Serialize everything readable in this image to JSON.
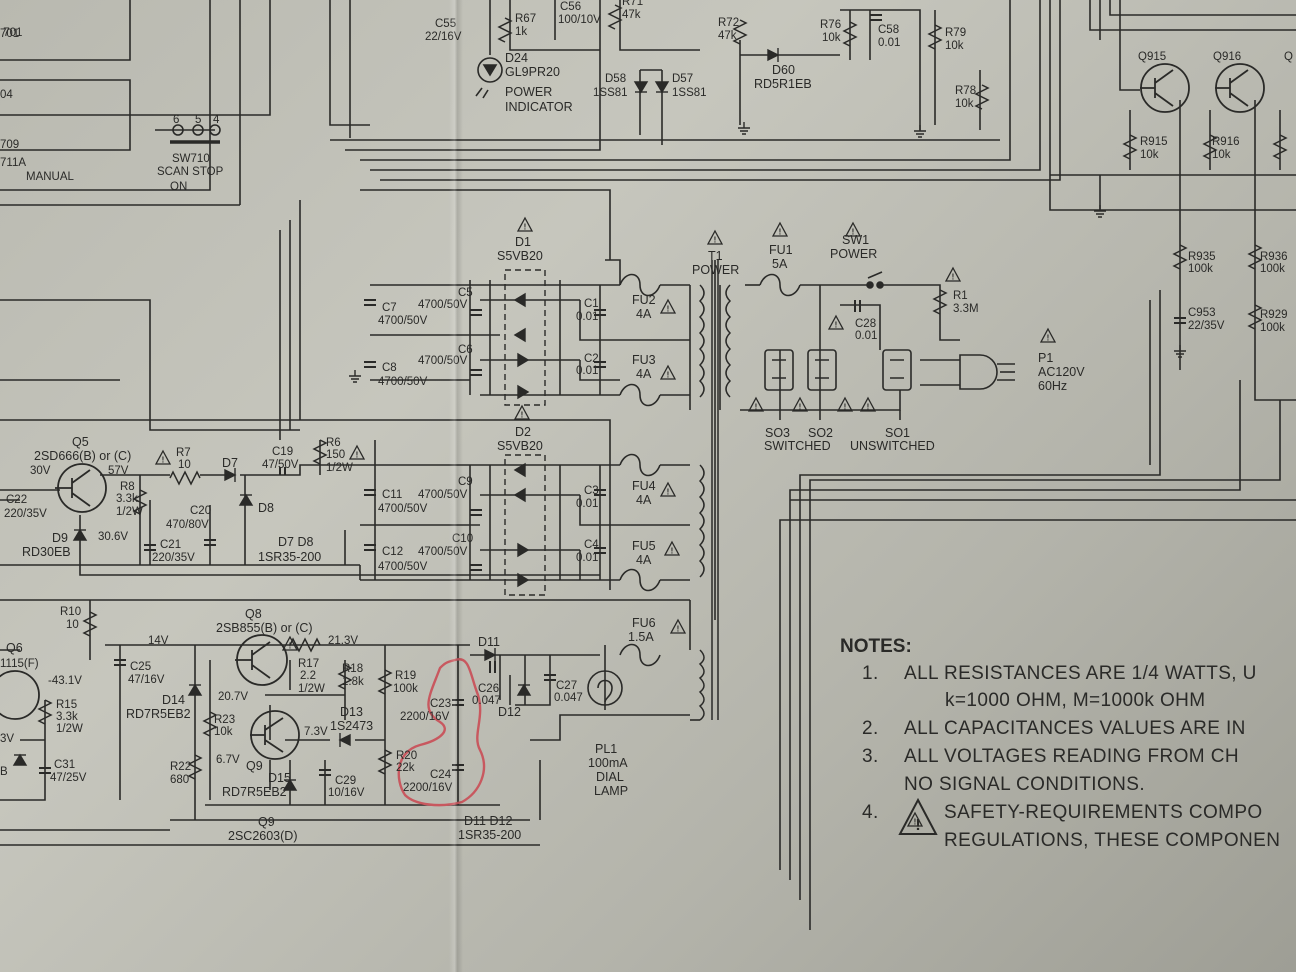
{
  "top_area": {
    "c55": "C55",
    "c55_val": "22/16V",
    "r67": "R67",
    "r67_val": "1k",
    "c56": "C56",
    "c56_val": "100/10V",
    "r71": "R71",
    "r71_val": "47k",
    "r72": "R72",
    "r72_val": "47k",
    "r76": "R76",
    "r76_val": "10k",
    "c58": "C58",
    "c58_val": "0.01",
    "r79": "R79",
    "r79_val": "10k",
    "r78": "R78",
    "r78_val": "10k",
    "d24": "D24",
    "d24_part": "GL9PR20",
    "d24_desc1": "POWER",
    "d24_desc2": "INDICATOR",
    "d58": "D58",
    "d58_part": "1SS81",
    "d57": "D57",
    "d57_part": "1SS81",
    "d60": "D60",
    "d60_part": "RD5R1EB",
    "l701": "701",
    "l704": "04",
    "l709": "709",
    "l711a": "711A",
    "manual": "MANUAL",
    "sw710": "SW710",
    "sw710_desc": "SCAN STOP",
    "sw710_on": "ON",
    "pin6": "6",
    "pin5": "5",
    "pin4": "4"
  },
  "right_area": {
    "q915": "Q915",
    "q916": "Q916",
    "q_partial": "Q",
    "r915": "R915",
    "r915_val": "10k",
    "r916": "R916",
    "r916_val": "10k",
    "r935": "R935",
    "r935_val": "100k",
    "r936": "R936",
    "r936_val": "100k",
    "c953": "C953",
    "c953_val": "22/35V",
    "r929": "R929",
    "r929_val": "100k"
  },
  "supply1": {
    "d1": "D1",
    "d1_part": "S5VB20",
    "c5": "C5",
    "c5_val": "4700/50V",
    "c6": "C6",
    "c6_val": "4700/50V",
    "c7": "C7",
    "c7_val": "4700/50V",
    "c8": "C8",
    "c8_val": "4700/50V",
    "c1": "C1",
    "c1_val": "0.01",
    "c2": "C2",
    "c2_val": "0.01",
    "fu2": "FU2",
    "fu2_val": "4A",
    "fu3": "FU3",
    "fu3_val": "4A",
    "t1": "T1",
    "t1_desc": "POWER"
  },
  "mains": {
    "fu1": "FU1",
    "fu1_val": "5A",
    "sw1": "SW1",
    "sw1_desc": "POWER",
    "r1": "R1",
    "r1_val": "3.3M",
    "c28": "C28",
    "c28_val": "0.01",
    "p1": "P1",
    "p1_val1": "AC120V",
    "p1_val2": "60Hz",
    "so3": "SO3",
    "so2": "SO2",
    "so1": "SO1",
    "switched": "SWITCHED",
    "unswitched": "UNSWITCHED"
  },
  "supply2": {
    "d2": "D2",
    "d2_part": "S5VB20",
    "c9": "C9",
    "c9_val": "4700/50V",
    "c10": "C10",
    "c10_val": "4700/50V",
    "c11": "C11",
    "c11_val": "4700/50V",
    "c12": "C12",
    "c12_val": "4700/50V",
    "c3": "C3",
    "c3_val": "0.01",
    "c4": "C4",
    "c4_val": "0.01",
    "fu4": "FU4",
    "fu4_val": "4A",
    "fu5": "FU5",
    "fu5_val": "4A"
  },
  "q5_area": {
    "q5": "Q5",
    "q5_part": "2SD666(B) or (C)",
    "v30": "30V",
    "v57": "57V",
    "r7": "R7",
    "r7_val": "10",
    "d7": "D7",
    "d8": "D8",
    "c19": "C19",
    "c19_val": "47/50V",
    "r6": "R6",
    "r6_val": "150",
    "r6_w": "1/2W",
    "r8": "R8",
    "r8_val": "3.3k",
    "r8_w": "1/2W",
    "c20": "C20",
    "c20_val": "470/80V",
    "c22": "C22",
    "c22_val": "220/35V",
    "v306": "30.6V",
    "c21": "C21",
    "c21_val": "220/35V",
    "d9": "D9",
    "d9_part": "RD30EB",
    "d7d8": "D7  D8",
    "d7d8_part": "1SR35-200"
  },
  "lower": {
    "r10": "R10",
    "r10_val": "10",
    "q6": "Q6",
    "q6_part": "1115(F)",
    "v431": "-43.1V",
    "r15": "R15",
    "r15_val": "3.3k",
    "r15_w": "1/2W",
    "v3v": "3V",
    "lb": "B",
    "c31": "C31",
    "c31_val": "47/25V",
    "v14": "14V",
    "c25": "C25",
    "c25_val": "47/16V",
    "q8": "Q8",
    "q8_part": "2SB855(B) or (C)",
    "v213": "21.3V",
    "r17": "R17",
    "r17_val": "2.2",
    "r17_w": "1/2W",
    "r18": "R18",
    "r18_val": "1.8k",
    "r19": "R19",
    "r19_val": "100k",
    "d14": "D14",
    "d14_part": "RD7R5EB2",
    "v207": "20.7V",
    "r23": "R23",
    "r23_val": "10k",
    "v67": "6.7V",
    "v73": "7.3V",
    "q9": "Q9",
    "d13": "D13",
    "d13_part": "1S2473",
    "r22": "R22",
    "r22_val": "680",
    "d15": "D15",
    "d15_part": "RD7R5EB2",
    "c29": "C29",
    "c29_val": "10/16V",
    "q9_label": "Q9",
    "q9_part": "2SC2603(D)",
    "r20": "R20",
    "r20_val": "22k",
    "c23": "C23",
    "c23_val": "2200/16V",
    "c24": "C24",
    "c24_val": "2200/16V",
    "d11": "D11",
    "c26": "C26",
    "c26_val": "0.047",
    "c27": "C27",
    "c27_val": "0.047",
    "d12": "D12",
    "fu6": "FU6",
    "fu6_val": "1.5A",
    "pl1": "PL1",
    "pl1_val": "100mA",
    "pl1_d1": "DIAL",
    "pl1_d2": "LAMP",
    "d11d12": "D11  D12",
    "d11d12_part": "1SR35-200"
  },
  "notes": {
    "heading": "NOTES:",
    "items": [
      {
        "num": "1.",
        "line1": "ALL RESISTANCES ARE 1/4 WATTS, U",
        "line2": "k=1000 OHM, M=1000k OHM"
      },
      {
        "num": "2.",
        "line1": "ALL CAPACITANCES VALUES ARE IN"
      },
      {
        "num": "3.",
        "line1": "ALL VOLTAGES READING FROM CH",
        "line2": "NO SIGNAL CONDITIONS."
      },
      {
        "num": "4.",
        "line1": "SAFETY-REQUIREMENTS COMPO",
        "line2": "REGULATIONS, THESE COMPONEN"
      }
    ]
  },
  "colors": {
    "ink": "#2a2a28",
    "paper": "#c2c2b9",
    "highlight": "#c8585f"
  }
}
